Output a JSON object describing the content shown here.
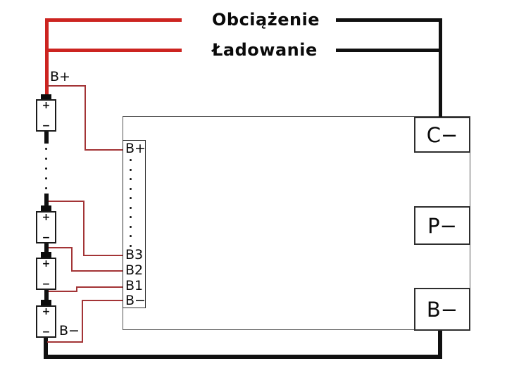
{
  "titles": {
    "load": "Obciążenie",
    "charge": "Ładowanie"
  },
  "colors": {
    "wire_red": "#cc2420",
    "wire_branch": "#a33436",
    "wire_black": "#101010",
    "board_border": "#555555",
    "box_border": "#2e2e2e"
  },
  "battery": {
    "plus": "+",
    "minus": "−",
    "pack_positive_label": "B+",
    "pack_negative_label": "B−",
    "visible_cells": 4
  },
  "dots": {
    "battery_chain": 5,
    "connector": 10
  },
  "connector": {
    "top_label": "B+",
    "bottom_labels": [
      "B3",
      "B2",
      "B1",
      "B−"
    ]
  },
  "board_terminals": [
    {
      "label": "C−"
    },
    {
      "label": "P−"
    },
    {
      "label": "B−"
    }
  ]
}
